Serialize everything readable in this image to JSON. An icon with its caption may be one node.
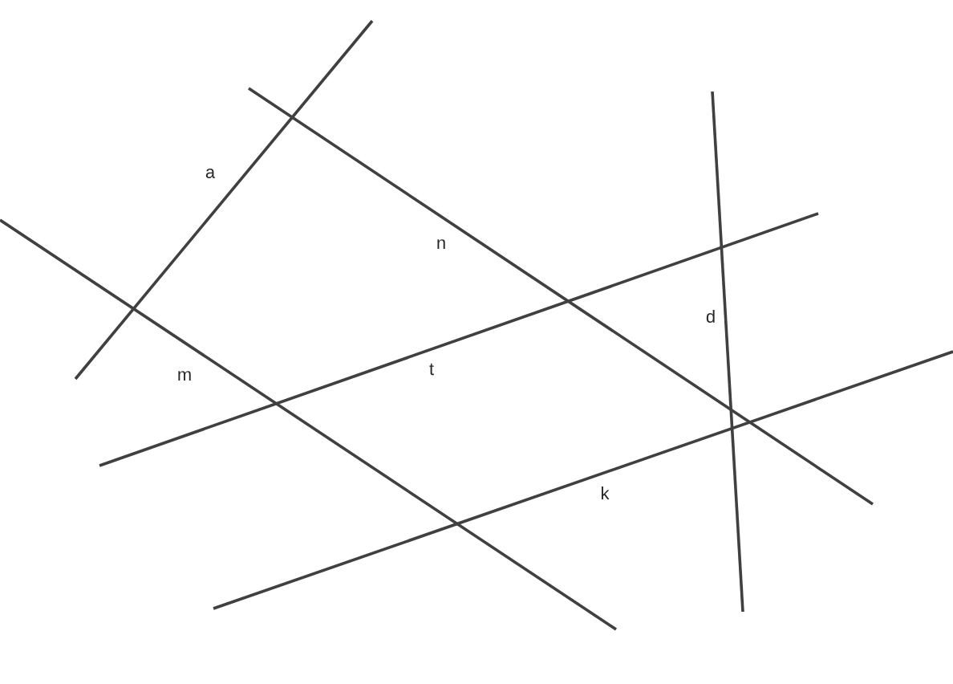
{
  "diagram": {
    "labels": [
      "a",
      "n",
      "d",
      "m",
      "t",
      "k"
    ]
  }
}
